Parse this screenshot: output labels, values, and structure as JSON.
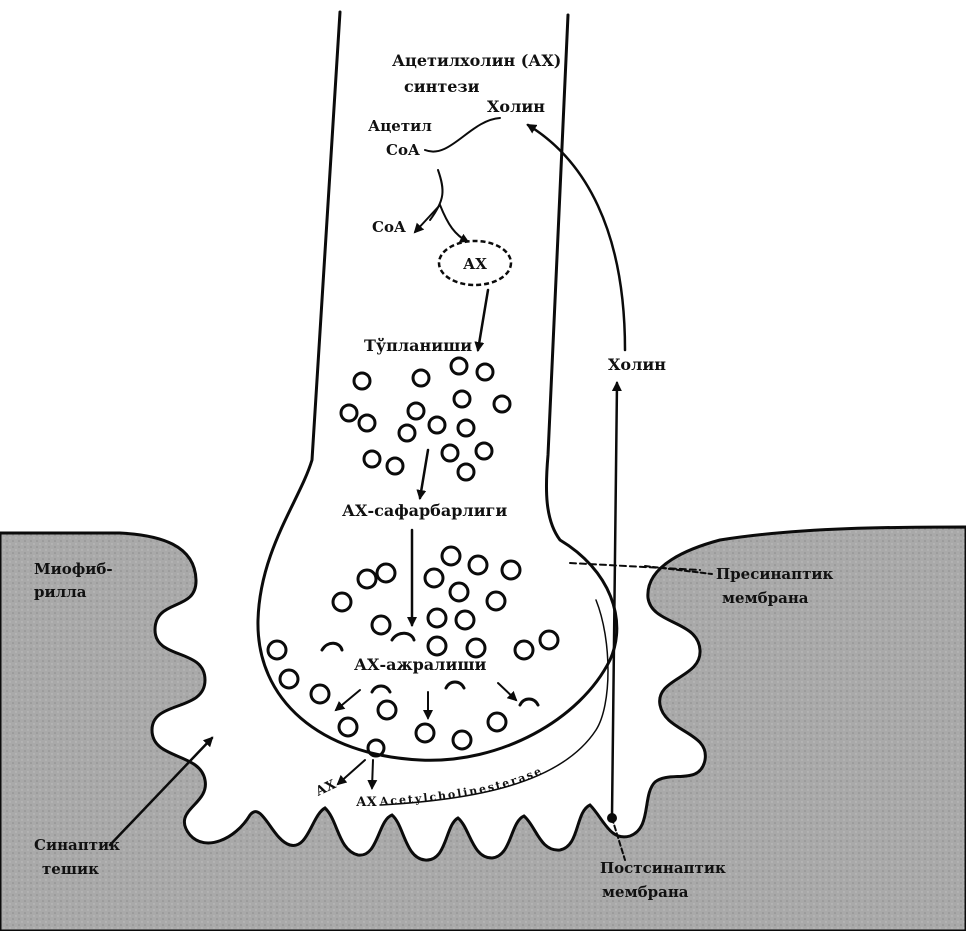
{
  "labels": {
    "title_line1": "Ацетилхолин (АХ)",
    "title_line2": "синтези",
    "acetyl_line1": "Ацетил",
    "acetyl_line2": "CoA",
    "choline_top": "Холин",
    "coa": "CoA",
    "ax_center": "АХ",
    "accumulation": "Тўпланиши",
    "choline_right": "Холин",
    "mobilization": "АХ-сафарбарлиги",
    "release": "АХ-ажралиши",
    "myofibril_line1": "Миофиб-",
    "myofibril_line2": "рилла",
    "presynaptic_line1": "Пресинаптик",
    "presynaptic_line2": "мембрана",
    "cleft_line1": "Синаптик",
    "cleft_line2": "тешик",
    "postsynaptic_line1": "Постсинаптик",
    "postsynaptic_line2": "мембрана",
    "ax_left": "АХ",
    "ax_right": "АХ",
    "enzyme": "Acetylcholinesterase"
  },
  "colors": {
    "ink": "#0b0b0b",
    "muscle": "#a9a9a9",
    "paper": "#ffffff"
  }
}
